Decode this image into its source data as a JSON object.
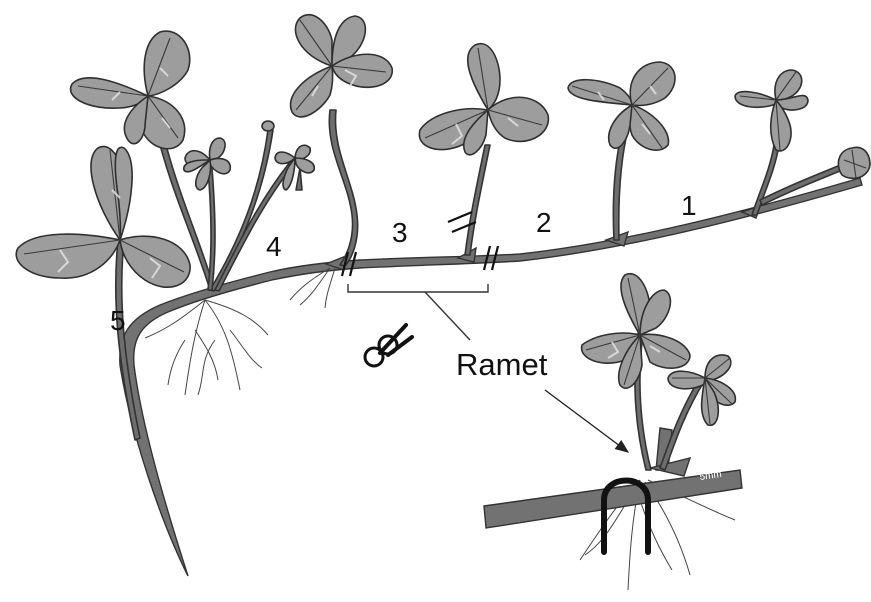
{
  "labels": {
    "n1": "1",
    "n2": "2",
    "n3": "3",
    "n4": "4",
    "n5": "5",
    "ramet": "Ramet",
    "scale": "5mm"
  },
  "icons": {
    "scissors": "scissors-icon"
  },
  "colors": {
    "leaf": "#9d9d9d",
    "stem": "#6e6e6e",
    "outline": "#2f2f2f",
    "background": "#ffffff"
  }
}
